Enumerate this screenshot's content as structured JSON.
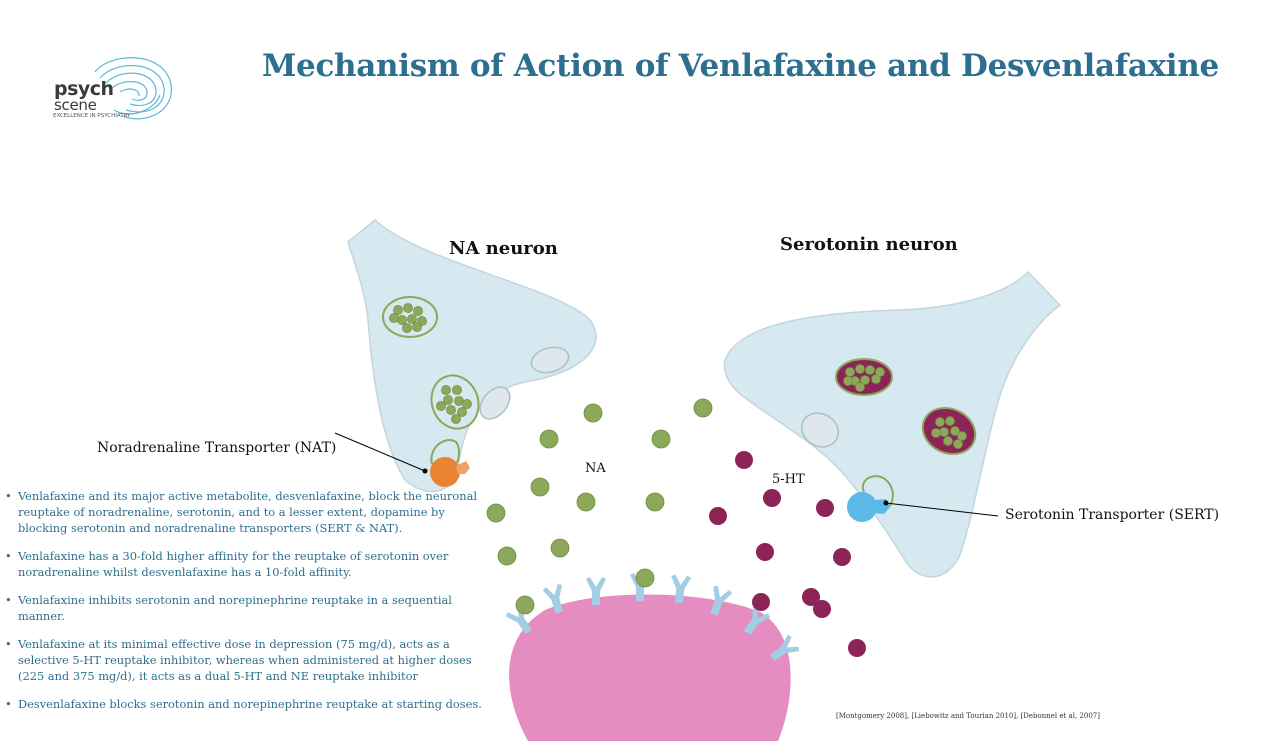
{
  "title": "Mechanism of Action of Venlafaxine and Desvenlafaxine",
  "logo": {
    "brand_top": "psych",
    "brand_bottom": "scene",
    "tagline": "EXCELLENCE IN PSYCHIATRY"
  },
  "diagram": {
    "na_neuron_label": "NA neuron",
    "serotonin_neuron_label": "Serotonin neuron",
    "nat_label": "Noradrenaline Transporter (NAT)",
    "sert_label": "Serotonin Transporter (SERT)",
    "na_label": "NA",
    "ht_label": "5-HT",
    "colors": {
      "neuron_fill": "#d6e8f0",
      "neuron_stroke": "#c2d6df",
      "na_molecule": "#8ca85a",
      "serotonin_molecule": "#8c2457",
      "nat_transporter": "#e98434",
      "sert_transporter": "#5bb8e8",
      "receptor": "#a3cde2",
      "postsynaptic": "#e58cc0"
    }
  },
  "bullets": [
    "Venlafaxine and its major active metabolite, desvenlafaxine, block the neuronal reuptake of noradrenaline, serotonin, and to a lesser extent, dopamine by blocking serotonin and noradrenaline transporters (SERT & NAT).",
    "Venlafaxine has a 30-fold higher affinity for the reuptake of serotonin over noradrenaline whilst desvenlafaxine has a 10-fold affinity.",
    "Venlafaxine inhibits serotonin and norepinephrine reuptake in a sequential manner.",
    "Venlafaxine at its minimal effective dose in depression (75 mg/d), acts as a selective 5-HT reuptake inhibitor, whereas when administered at higher doses (225 and 375 mg/d), it acts as a dual 5-HT and NE reuptake inhibitor",
    "Desvenlafaxine blocks serotonin and norepinephrine reuptake at starting doses."
  ],
  "references": "[Montgomery 2008], [Liebowitz and Tourian 2010], [Debonnel et al, 2007]"
}
